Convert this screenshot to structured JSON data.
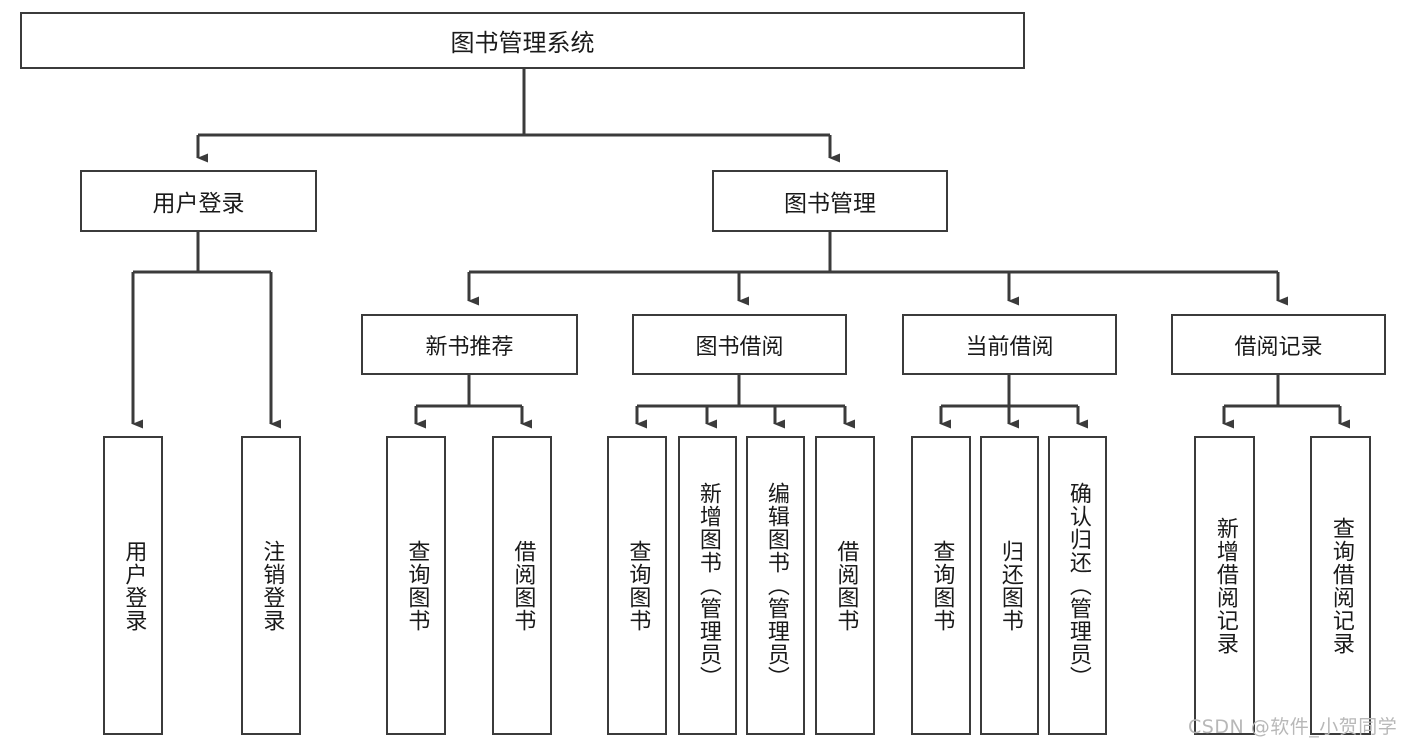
{
  "diagram": {
    "type": "tree-hierarchy",
    "title": "图书管理系统",
    "orientation": "top-down",
    "colors": {
      "box_border": "#3b3b3b",
      "box_fill": "#ffffff",
      "edge": "#3b3b3b",
      "text": "#1a1a1a",
      "watermark": "#b8b8b8"
    },
    "nodes": {
      "root": {
        "label": "图书管理系统"
      },
      "level2": [
        {
          "id": "user-login",
          "label": "用户登录"
        },
        {
          "id": "book-management",
          "label": "图书管理"
        }
      ],
      "level3": [
        {
          "id": "new-book-recommend",
          "label": "新书推荐"
        },
        {
          "id": "book-borrow",
          "label": "图书借阅"
        },
        {
          "id": "current-borrow",
          "label": "当前借阅"
        },
        {
          "id": "borrow-record",
          "label": "借阅记录"
        }
      ],
      "leaves": {
        "user_login": [
          {
            "id": "leaf-user-login",
            "label": "用户登录"
          },
          {
            "id": "leaf-logout-login",
            "label": "注销登录"
          }
        ],
        "new_book_recommend": [
          {
            "id": "leaf-query-book-1",
            "label": "查询图书"
          },
          {
            "id": "leaf-borrow-book-1",
            "label": "借阅图书"
          }
        ],
        "book_borrow": [
          {
            "id": "leaf-query-book-2",
            "label": "查询图书"
          },
          {
            "id": "leaf-add-book",
            "label": "新增图书（管理员）"
          },
          {
            "id": "leaf-edit-book",
            "label": "编辑图书（管理员）"
          },
          {
            "id": "leaf-borrow-book-2",
            "label": "借阅图书"
          }
        ],
        "current_borrow": [
          {
            "id": "leaf-query-book-3",
            "label": "查询图书"
          },
          {
            "id": "leaf-return-book",
            "label": "归还图书"
          },
          {
            "id": "leaf-confirm-return",
            "label": "确认归还（管理员）"
          }
        ],
        "borrow_record": [
          {
            "id": "leaf-add-record",
            "label": "新增借阅记录"
          },
          {
            "id": "leaf-query-record",
            "label": "查询借阅记录"
          }
        ]
      }
    }
  },
  "watermark": {
    "text": "CSDN @软件_小贺同学"
  }
}
